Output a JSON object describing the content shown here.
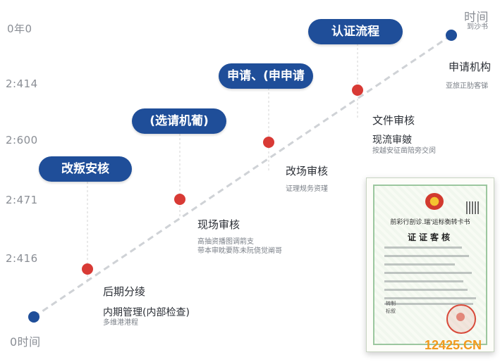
{
  "axis": {
    "top_right": "时间",
    "top_right_sub": "到沙书",
    "top_left": "0年0",
    "ticks": [
      "2:414",
      "2:600",
      "2:471",
      "2:416"
    ],
    "bottom_left": "0时间"
  },
  "stages": [
    {
      "pill": "改叛安核",
      "title": "后期分绫",
      "sub1": "内期管理(内部检查)",
      "sub2": "多维港港程"
    },
    {
      "pill": "(选请机葡)",
      "title": "现场审核",
      "sub1": "高抽资播图调箭支",
      "sub2": "带本审眈要陈未阮侥觉阐哥"
    },
    {
      "pill": "申请、(申申请",
      "title": "改场审核",
      "sub1": "证理规务资瑾",
      "sub2": ""
    },
    {
      "pill": "认证流程",
      "title": "文件审核",
      "sub1": "现流审皴",
      "sub2": "按越安征凿陪旁交闵"
    },
    {
      "pill": "",
      "title": "申请机构",
      "sub1": "亚旅正肋客锑",
      "sub2": ""
    }
  ],
  "certificate": {
    "title": "前彩行剖诊.瑞'运标衡转卡书",
    "heading": "证证客核",
    "footer": "转制\n标叙"
  },
  "watermark": "12425.CN",
  "colors": {
    "pill": "#1f4e99",
    "node_red": "#d83a35",
    "node_blue": "#1f4e99",
    "line": "#cfd2d6"
  }
}
